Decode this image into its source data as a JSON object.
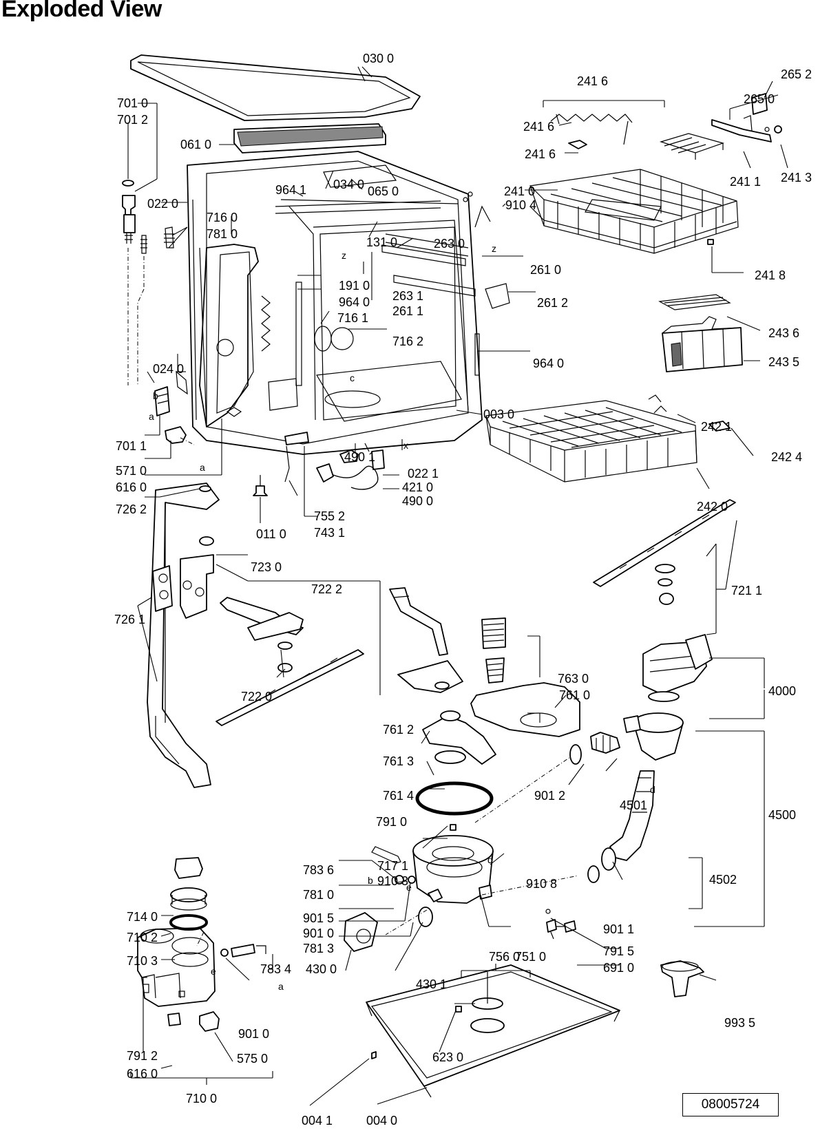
{
  "title": "Exploded View",
  "document_number": "08005724",
  "labels": {
    "p0300": "030 0",
    "p0610": "061 0",
    "p7010": "701 0",
    "p7012": "701 2",
    "p0220": "022 0",
    "p9641a": "964 1",
    "p0340": "034 0",
    "p0650": "065 0",
    "p7160": "716 0",
    "p7810": "781 0",
    "p1310": "131 0",
    "p2630": "263 0",
    "p2610": "261 0",
    "p1910": "191 0",
    "p9640a": "964 0",
    "p2631": "263 1",
    "p2611": "261 1",
    "p2612": "261 2",
    "p7161": "716 1",
    "p7162": "716 2",
    "p9640b": "964 0",
    "p0240": "024 0",
    "p7011": "701 1",
    "p5710": "571 0",
    "p6160a": "616 0",
    "p0030": "003 0",
    "p4901": "490 1",
    "p0221": "022 1",
    "p4210": "421 0",
    "p4900": "490 0",
    "p7262": "726 2",
    "p0110": "011 0",
    "p7552": "755 2",
    "p7431": "743 1",
    "p7230": "723 0",
    "p7222": "722 2",
    "p7261": "726 1",
    "p7220": "722 0",
    "p2416a": "241 6",
    "p2416b": "241 6",
    "p2416c": "241 6",
    "p2652": "265 2",
    "p2650": "265 0",
    "p2411": "241 1",
    "p2413": "241 3",
    "p2410": "241 0",
    "p9104": "910 4",
    "p2418": "241 8",
    "p2436": "243 6",
    "p2435": "243 5",
    "p2421": "242 1",
    "p2424": "242 4",
    "p2420": "242 0",
    "p7211": "721 1",
    "p7630": "763 0",
    "p7610": "761 0",
    "p4000": "4000",
    "p7612": "761 2",
    "p7613": "761 3",
    "p7614": "761 4",
    "p9012": "901 2",
    "p4501": "4501",
    "p4500": "4500",
    "p7910": "791 0",
    "p7171": "717 1",
    "p9103": "910 3",
    "p9108": "910 8",
    "p4502": "4502",
    "p7836": "783 6",
    "p7810b": "781 0",
    "p9015": "901 5",
    "p9010a": "901 0",
    "p7813": "781 3",
    "p9011": "901 1",
    "p7510": "751 0",
    "p7915": "791 5",
    "p6910": "691 0",
    "p4300": "430 0",
    "p4301": "430 1",
    "p7140": "714 0",
    "p7102": "710 2",
    "p7103": "710 3",
    "p7834": "783 4",
    "p9010b": "901 0",
    "p7912": "791 2",
    "p5750": "575 0",
    "p6160b": "616 0",
    "p7100": "710 0",
    "p7560": "756 0",
    "p6230": "623 0",
    "p9935": "993 5",
    "p0041": "004 1",
    "p0040": "004 0"
  },
  "markers": {
    "z1": "z",
    "z2": "z",
    "c": "c",
    "b1": "b",
    "a1": "a",
    "a2": "a",
    "x": "x",
    "d1": "d",
    "d2": "d",
    "e1": "e",
    "e2": "e",
    "b2": "b",
    "a3": "a"
  }
}
